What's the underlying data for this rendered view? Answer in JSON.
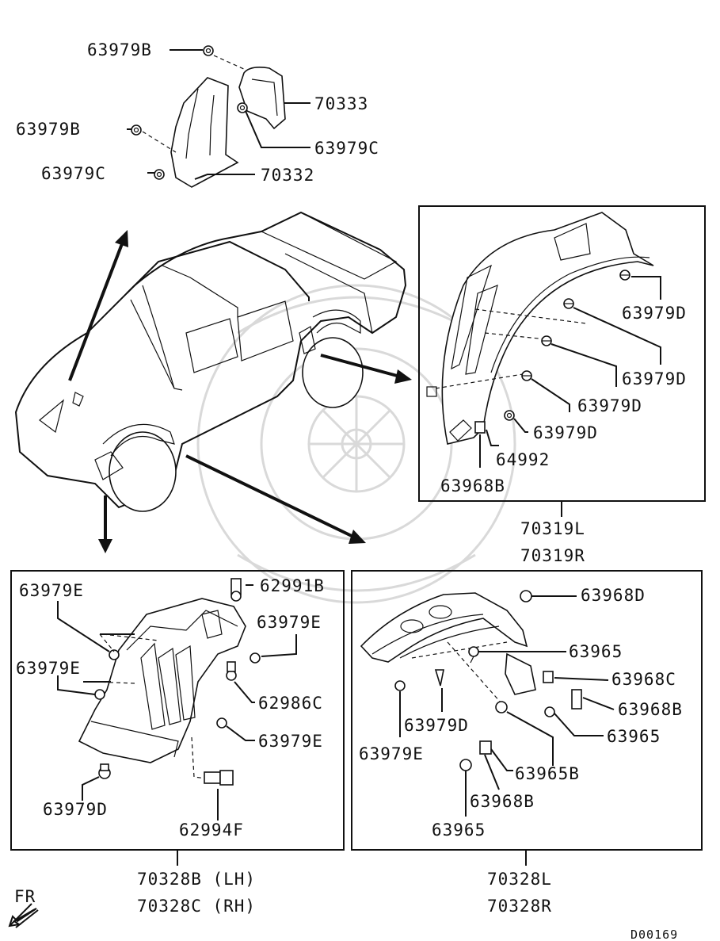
{
  "labels": {
    "top_63979B_a": "63979B",
    "top_63979B_b": "63979B",
    "top_63979C_a": "63979C",
    "top_63979C_b": "63979C",
    "top_70333": "70333",
    "top_70332": "70332",
    "rr_63979D_a": "63979D",
    "rr_63979D_b": "63979D",
    "rr_63979D_c": "63979D",
    "rr_63979D_d": "63979D",
    "rr_64992": "64992",
    "rr_63968B": "63968B",
    "rr_group_1": "70319L",
    "rr_group_2": "70319R",
    "fl_63979E_a": "63979E",
    "fl_63979E_b": "63979E",
    "fl_63979E_c": "63979E",
    "fl_63979E_d": "63979E",
    "fl_62991B": "62991B",
    "fl_62986C": "62986C",
    "fl_63979D": "63979D",
    "fl_62994F": "62994F",
    "fl_group_1": "70328B (LH)",
    "fl_group_2": "70328C (RH)",
    "fr_63968D": "63968D",
    "fr_63965_a": "63965",
    "fr_63968C": "63968C",
    "fr_63968B_a": "63968B",
    "fr_63965_b": "63965",
    "fr_63979D": "63979D",
    "fr_63979E": "63979E",
    "fr_63965B": "63965B",
    "fr_63968B_b": "63968B",
    "fr_63965_c": "63965",
    "fr_group_1": "70328L",
    "fr_group_2": "70328R",
    "direction": "FR",
    "diagram_code": "D00169"
  }
}
